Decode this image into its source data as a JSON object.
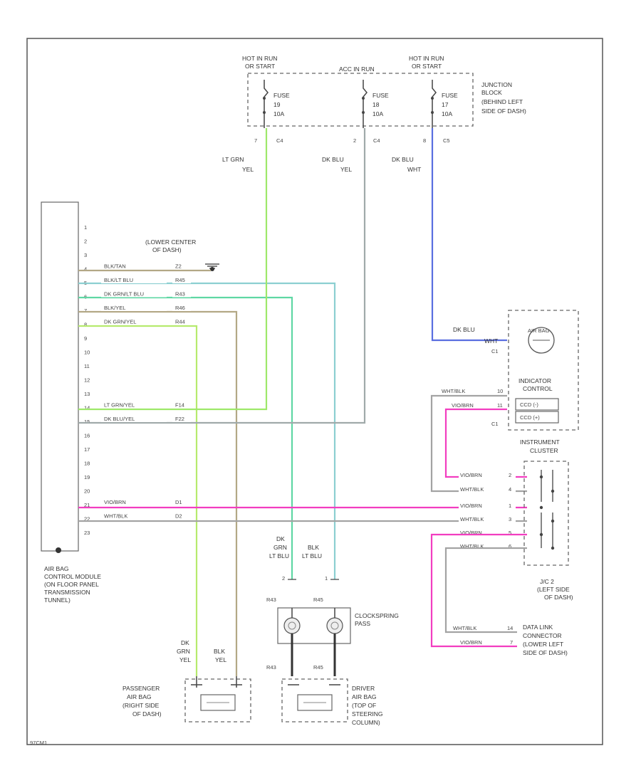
{
  "junction": {
    "hot1": [
      "HOT IN RUN",
      "OR START"
    ],
    "hot2": [
      "ACC IN RUN"
    ],
    "hot3": [
      "HOT IN RUN",
      "OR START"
    ],
    "fuses": [
      {
        "name": "FUSE",
        "num": "19",
        "amp": "10A"
      },
      {
        "name": "FUSE",
        "num": "18",
        "amp": "10A"
      },
      {
        "name": "FUSE",
        "num": "17",
        "amp": "10A"
      }
    ],
    "label": [
      "JUNCTION",
      "BLOCK",
      "(BEHIND LEFT",
      "SIDE OF DASH)"
    ],
    "terms": [
      {
        "pin": "7",
        "conn": "C4"
      },
      {
        "pin": "2",
        "conn": "C4"
      },
      {
        "pin": "8",
        "conn": "C5"
      }
    ]
  },
  "wires_top": [
    [
      "LT GRN",
      "YEL"
    ],
    [
      "DK BLU",
      "YEL"
    ],
    [
      "DK BLU",
      "WHT"
    ]
  ],
  "ground": [
    "(LOWER CENTER",
    "OF DASH)"
  ],
  "module": {
    "label": [
      "AIR BAG",
      "CONTROL MODULE",
      "(ON FLOOR PANEL",
      "TRANSMISSION",
      "TUNNEL)"
    ],
    "pins": [
      "1",
      "2",
      "3",
      "4",
      "5",
      "6",
      "7",
      "8",
      "9",
      "10",
      "11",
      "12",
      "13",
      "14",
      "15",
      "16",
      "17",
      "18",
      "19",
      "20",
      "21",
      "22",
      "23"
    ],
    "circuits": [
      {
        "wire": "BLK/TAN",
        "code": "Z2"
      },
      {
        "wire": "BLK/LT BLU",
        "code": "R45"
      },
      {
        "wire": "DK GRN/LT BLU",
        "code": "R43"
      },
      {
        "wire": "BLK/YEL",
        "code": "R46"
      },
      {
        "wire": "DK GRN/YEL",
        "code": "R44"
      },
      {
        "wire": "LT GRN/YEL",
        "code": "F14"
      },
      {
        "wire": "DK BLU/YEL",
        "code": "F22"
      },
      {
        "wire": "VIO/BRN",
        "code": "D1"
      },
      {
        "wire": "WHT/BLK",
        "code": "D2"
      }
    ]
  },
  "indicator": {
    "wire": "DK BLU",
    "wire2": "WHT",
    "lamp": "AIR BAG",
    "label": [
      "INDICATOR",
      "CONTROL"
    ],
    "ccd_minus": "CCD (-)",
    "ccd_plus": "CCD (+)",
    "c1": "C1",
    "c2": "C1",
    "in_wires": [
      {
        "wire": "WHT/BLK",
        "pin": "10"
      },
      {
        "wire": "VIO/BRN",
        "pin": "11"
      }
    ]
  },
  "cluster": {
    "label": [
      "INSTRUMENT",
      "CLUSTER"
    ]
  },
  "jc2": {
    "label": [
      "J/C 2",
      "(LEFT SIDE",
      "OF DASH)"
    ],
    "wires": [
      {
        "wire": "VIO/BRN",
        "pin": "2"
      },
      {
        "wire": "WHT/BLK",
        "pin": "4"
      },
      {
        "wire": "VIO/BRN",
        "pin": "1"
      },
      {
        "wire": "WHT/BLK",
        "pin": "3"
      },
      {
        "wire": "VIO/BRN",
        "pin": "5"
      },
      {
        "wire": "WHT/BLK",
        "pin": "6"
      }
    ]
  },
  "dlc": {
    "label": [
      "DATA LINK",
      "CONNECTOR",
      "(LOWER LEFT",
      "SIDE OF DASH)"
    ],
    "wires": [
      {
        "wire": "WHT/BLK",
        "pin": "14"
      },
      {
        "wire": "VIO/BRN",
        "pin": "7"
      }
    ]
  },
  "clockspring": {
    "label": [
      "CLOCKSPRING",
      "PASS"
    ],
    "top_wires": [
      [
        "DK",
        "GRN",
        "LT BLU"
      ],
      [
        "BLK",
        "LT BLU"
      ]
    ],
    "top_pins": [
      "2",
      "1"
    ],
    "top_codes": [
      "R43",
      "R45"
    ],
    "bot_codes": [
      "R43",
      "R45"
    ]
  },
  "passenger": {
    "label": [
      "PASSENGER",
      "AIR BAG",
      "(RIGHT SIDE",
      "OF DASH)"
    ],
    "wires": [
      [
        "DK",
        "GRN",
        "YEL"
      ],
      [
        "BLK",
        "YEL"
      ]
    ]
  },
  "driver": {
    "label": [
      "DRIVER",
      "AIR BAG",
      "(TOP OF",
      "STEERING",
      "COLUMN)"
    ]
  },
  "footer": "97CM1"
}
